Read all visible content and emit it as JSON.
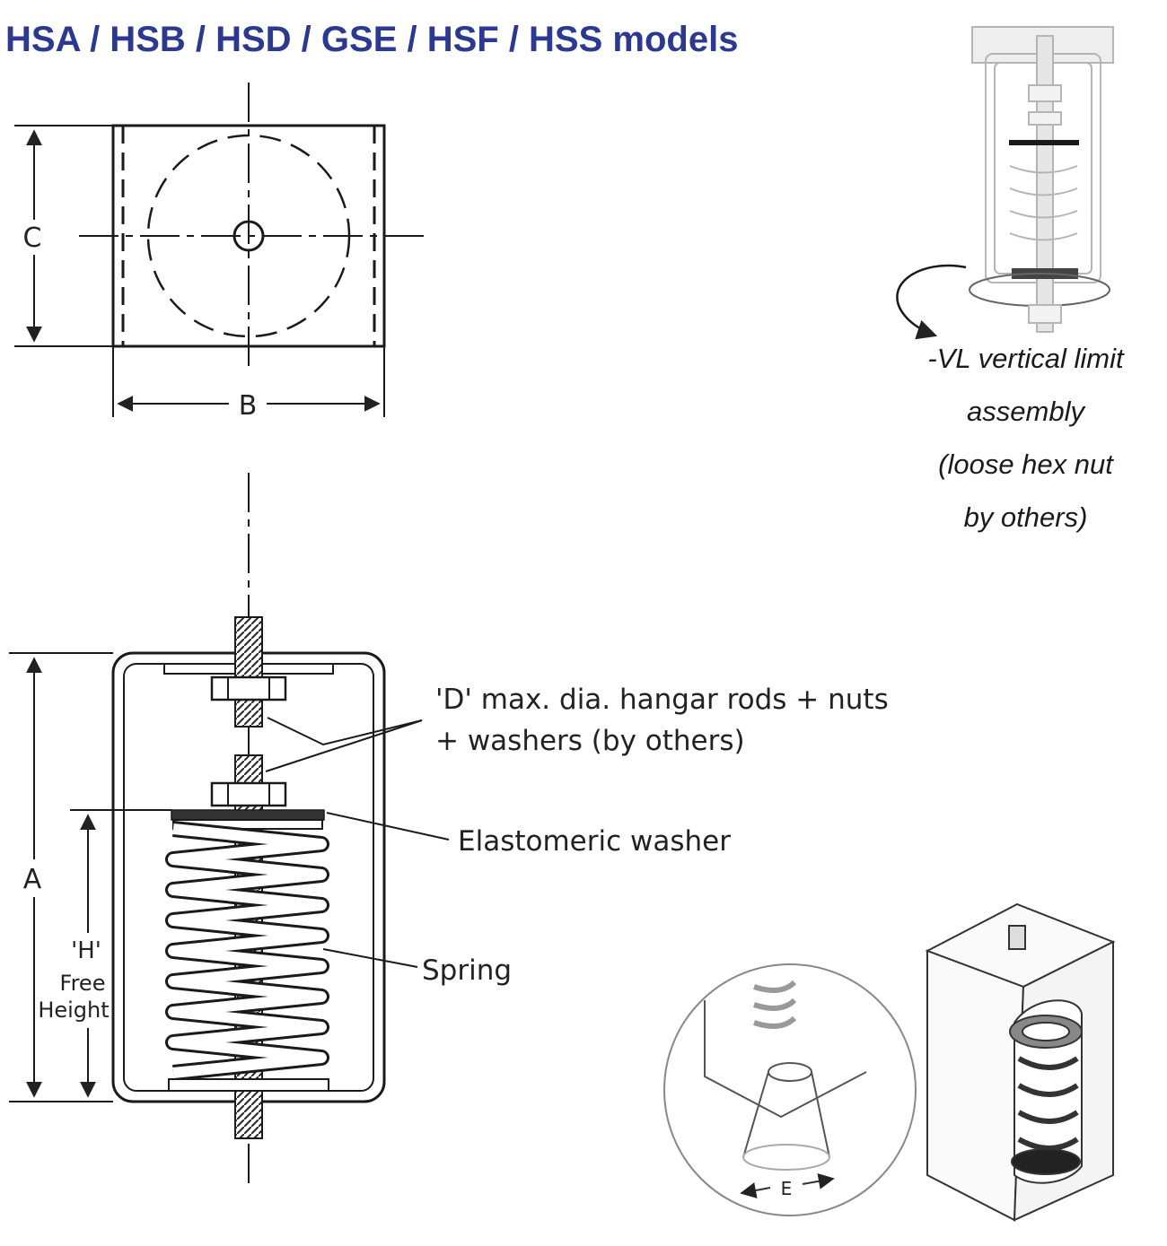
{
  "title": "HSA / HSB / HSD / GSE / HSF / HSS models",
  "dimensions": {
    "a": "A",
    "b": "B",
    "c": "C",
    "e": "E"
  },
  "h_label": {
    "line1": "'H'",
    "line2": "Free",
    "line3": "Height"
  },
  "callouts": {
    "d_line1": "'D'  max. dia. hangar rods + nuts",
    "d_line2": "+ washers (by others)",
    "elastomeric": "Elastomeric washer",
    "spring": "Spring"
  },
  "vl_note": {
    "line1": "-VL vertical limit",
    "line2": "assembly",
    "line3": "(loose hex nut",
    "line4": "by others)"
  },
  "colors": {
    "title": "#2b3990",
    "line": "#1a1a1a",
    "faint": "#b5b5b5"
  }
}
